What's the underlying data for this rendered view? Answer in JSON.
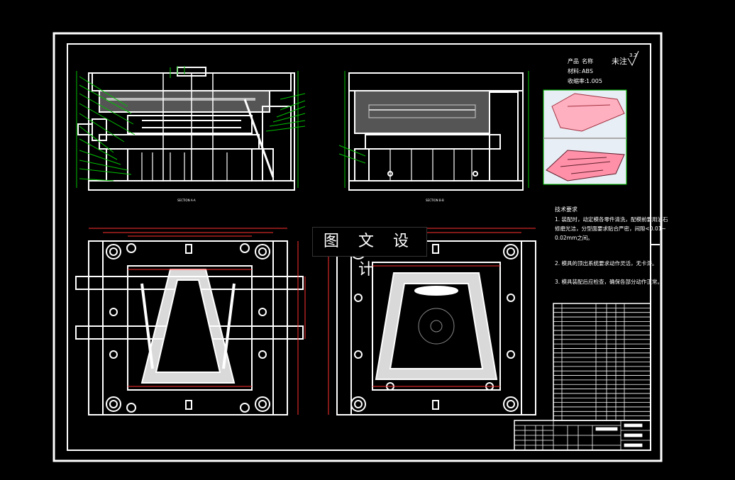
{
  "drawing": {
    "watermark": "图 文 设 计",
    "product": {
      "name_label": "产品",
      "name_value": "名称",
      "material_label": "材料:",
      "material_value": "ABS",
      "shrink_label": "收缩率:",
      "shrink_value": "1.005"
    },
    "roughness": {
      "label": "未注",
      "value": "3.2"
    },
    "section_labels": [
      "SECTION A-A",
      "SECTION B-B"
    ],
    "tech_requirements": {
      "title": "技术要求",
      "lines": [
        "1. 装配时，动定模各零件清洗，配模前要用油石",
        "修磨光洁，分型面要求贴合严密，间隙<0.01~",
        "0.02mm之间。",
        "2. 模具的顶出系统要求动作灵活，无卡滞。",
        "3. 模具装配后应检查，确保各部分动作正常。"
      ]
    },
    "colors": {
      "line": "#ffffff",
      "leader": "#00c000",
      "dim": "#ff3030",
      "bg": "#000000",
      "accent": "#ffa0b0"
    }
  }
}
